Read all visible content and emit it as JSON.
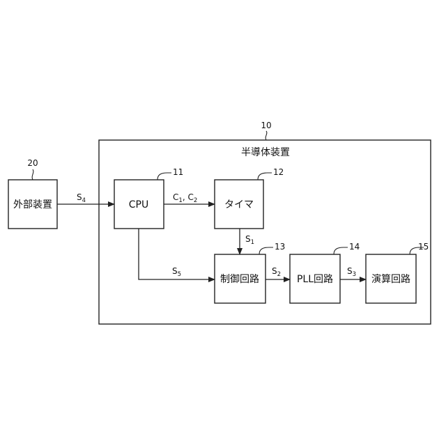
{
  "system": {
    "ref": "10",
    "label": "半導体装置"
  },
  "blocks": {
    "external": {
      "ref": "20",
      "label": "外部装置"
    },
    "cpu": {
      "ref": "11",
      "label": "CPU"
    },
    "timer": {
      "ref": "12",
      "label": "タイマ"
    },
    "control": {
      "ref": "13",
      "label": "制御回路"
    },
    "pll": {
      "ref": "14",
      "label": "PLL回路"
    },
    "compute": {
      "ref": "15",
      "label": "演算回路"
    }
  },
  "signals": {
    "s4": {
      "base": "S",
      "sub": "4"
    },
    "c": {
      "c1_base": "C",
      "c1_sub": "1",
      "sep": ", ",
      "c2_base": "C",
      "c2_sub": "2"
    },
    "s1": {
      "base": "S",
      "sub": "1"
    },
    "s5": {
      "base": "S",
      "sub": "5"
    },
    "s2": {
      "base": "S",
      "sub": "2"
    },
    "s3": {
      "base": "S",
      "sub": "3"
    }
  }
}
